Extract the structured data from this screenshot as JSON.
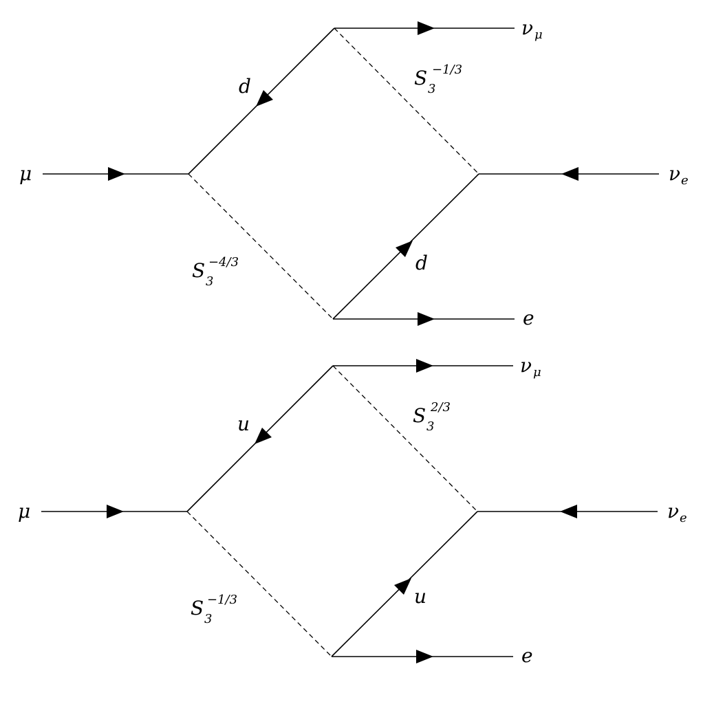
{
  "diagrams": [
    {
      "incoming": "μ",
      "quark_upper": "d",
      "quark_lower": "d",
      "scalar_upper": {
        "base": "S",
        "sub": "3",
        "sup": "−1/3"
      },
      "scalar_lower": {
        "base": "S",
        "sub": "3",
        "sup": "−4/3"
      },
      "out_top": {
        "base": "ν",
        "sub": "μ"
      },
      "out_right": {
        "base": "ν",
        "sub": "e"
      },
      "out_bottom": "e"
    },
    {
      "incoming": "μ",
      "quark_upper": "u",
      "quark_lower": "u",
      "scalar_upper": {
        "base": "S",
        "sub": "3",
        "sup": "2/3"
      },
      "scalar_lower": {
        "base": "S",
        "sub": "3",
        "sup": "−1/3"
      },
      "out_top": {
        "base": "ν",
        "sub": "μ"
      },
      "out_right": {
        "base": "ν",
        "sub": "e"
      },
      "out_bottom": "e"
    }
  ]
}
